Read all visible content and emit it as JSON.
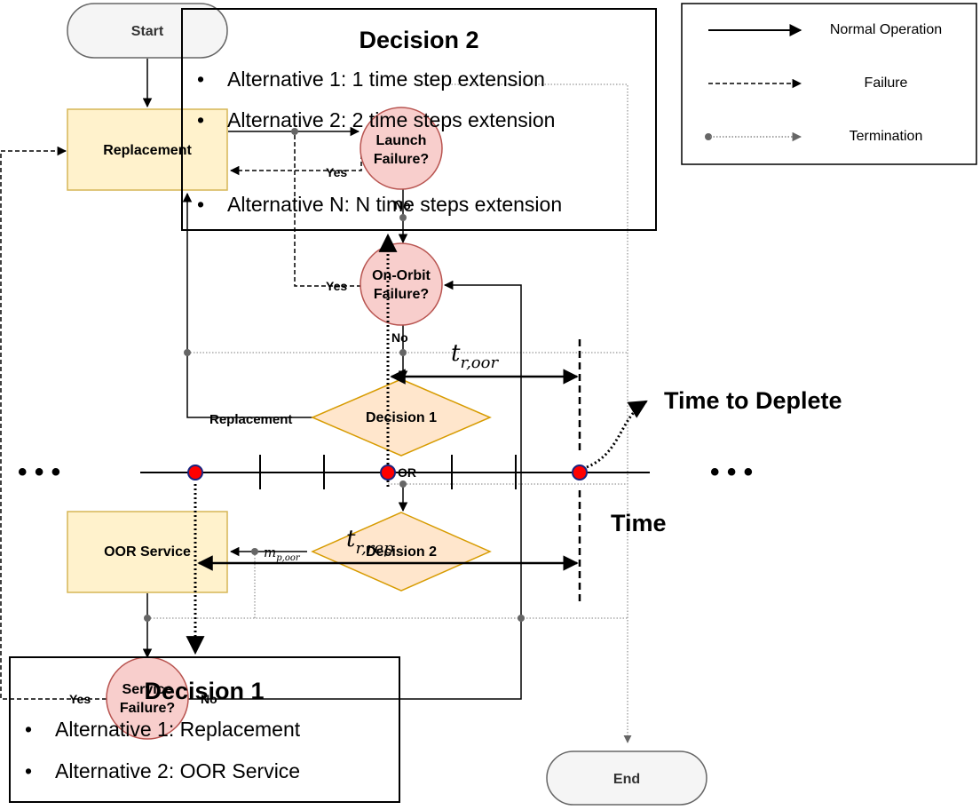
{
  "nodes": {
    "start": "Start",
    "end": "End",
    "replacement": "Replacement",
    "oor_service": "OOR Service",
    "launch_failure": [
      "Launch",
      "Failure?"
    ],
    "on_orbit_failure": [
      "On-Orbit",
      "Failure?"
    ],
    "service_failure": [
      "Service",
      "Failure?"
    ],
    "decision1": "Decision 1",
    "decision2": "Decision 2"
  },
  "edge_labels": {
    "yes": "Yes",
    "no": "No",
    "replacement": "Replacement",
    "or": "OR",
    "m_p_oor": "m",
    "m_p_oor_sub": "p,oor"
  },
  "legend": {
    "normal": "Normal Operation",
    "failure": "Failure",
    "termination": "Termination"
  },
  "decision2_box": {
    "title": "Decision 2",
    "items": [
      "Alternative 1: 1 time step extension",
      "Alternative 2: 2 time steps extension",
      "Alternative N: N time steps extension"
    ]
  },
  "decision1_box": {
    "title": "Decision 1",
    "items": [
      "Alternative 1: Replacement",
      "Alternative 2: OOR Service"
    ]
  },
  "timeline": {
    "ellipsis": "• • •",
    "time_label": "Time",
    "time_to_deplete": "Time to Deplete",
    "t_r_oor": "t",
    "t_r_oor_sub": "r,oor",
    "t_r_rep": "t",
    "t_r_rep_sub": "r,rep"
  },
  "colors": {
    "box_fill": "#fff2cc",
    "box_stroke": "#d6b656",
    "circle_fill": "#f8cecc",
    "circle_stroke": "#b85450",
    "diamond_fill": "#ffe6cc",
    "diamond_stroke": "#d79b00",
    "terminal_fill": "#f5f5f5",
    "terminal_stroke": "#666666",
    "timeline_dot": "#ff0000"
  }
}
